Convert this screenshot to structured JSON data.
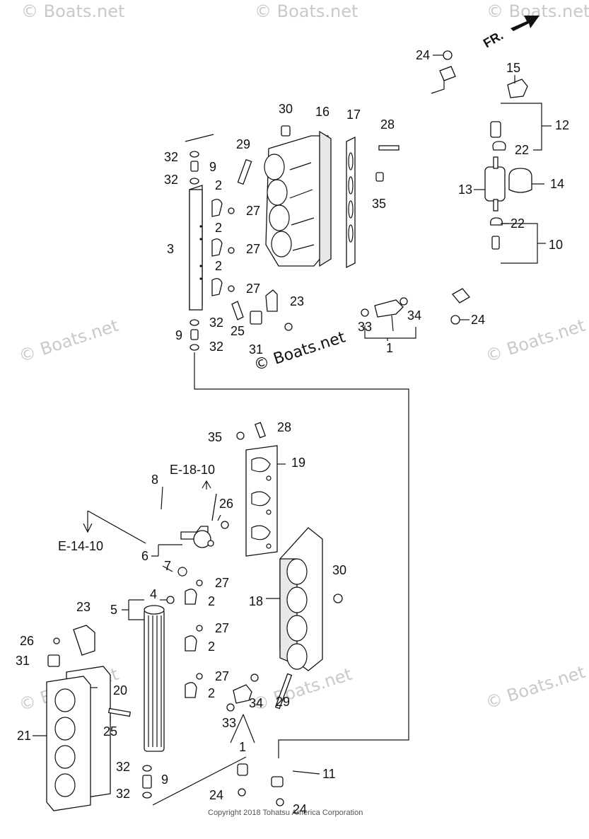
{
  "orientation_marker": "FR.",
  "watermarks": [
    "© Boats.net",
    "© Boats.net",
    "© Boats.net",
    "© Boats.net",
    "© Boats.net",
    "© Boats.net",
    "© Boats.net",
    "© Boats.net",
    "© Boats.net"
  ],
  "center_watermark": "© Boats.net",
  "copyright": "Copyright 2018 Tohatsu America Corporation",
  "references": {
    "ref_e18": "E-18-10",
    "ref_e14": "E-14-10"
  },
  "callouts": {
    "c24a": "24",
    "c15": "15",
    "c12": "12",
    "c22a": "22",
    "c13": "13",
    "c14": "14",
    "c22b": "22",
    "c10": "10",
    "c24b": "24",
    "c30a": "30",
    "c16": "16",
    "c17": "17",
    "c28a": "28",
    "c29a": "29",
    "c35a": "35",
    "c32a": "32",
    "c9a": "9",
    "c32b": "32",
    "c2a": "2",
    "c27a": "27",
    "c2b": "2",
    "c3": "3",
    "c27b": "27",
    "c2c": "2",
    "c27c": "27",
    "c23a": "23",
    "c25a": "25",
    "c31a": "31",
    "c32c": "32",
    "c9b": "9",
    "c32d": "32",
    "c33a": "33",
    "c34a": "34",
    "c1a": "1",
    "c35b": "35",
    "c28b": "28",
    "c19": "19",
    "c8": "8",
    "c26a": "26",
    "c6": "6",
    "c7": "7",
    "c30b": "30",
    "c27d": "27",
    "c4": "4",
    "c5": "5",
    "c2d": "2",
    "c18": "18",
    "c23b": "23",
    "c27e": "27",
    "c2e": "2",
    "c26b": "26",
    "c31b": "31",
    "c20": "20",
    "c27f": "27",
    "c2f": "2",
    "c29b": "29",
    "c34b": "34",
    "c21": "21",
    "c25b": "25",
    "c33b": "33",
    "c1b": "1",
    "c32e": "32",
    "c9c": "9",
    "c11": "11",
    "c32f": "32",
    "c24c": "24",
    "c24d": "24"
  }
}
